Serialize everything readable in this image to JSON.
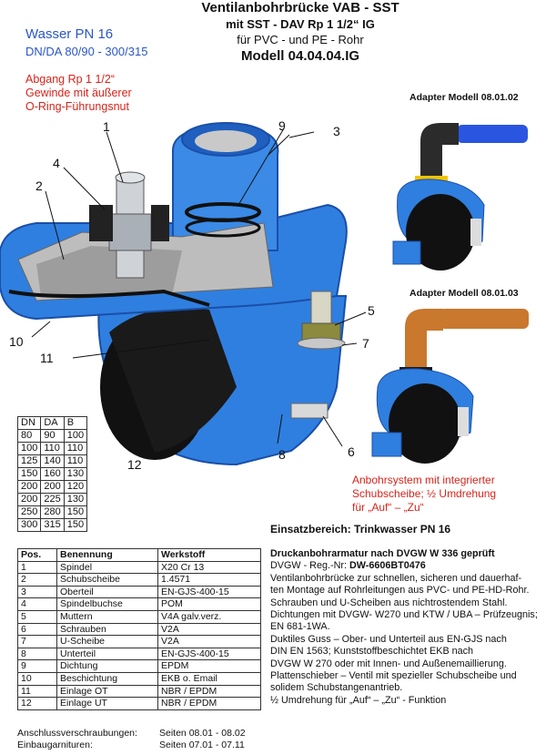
{
  "title": {
    "line1": "Ventilanbohrbrücke VAB - SST",
    "line2": "mit SST - DAV Rp 1 1/2“  IG",
    "line3": "für PVC - und PE - Rohr",
    "line4": "Modell 04.04.04.IG"
  },
  "pressure": {
    "head": "Wasser PN 16",
    "sizes": "DN/DA 80/90 - 300/315"
  },
  "outlet_note": [
    "Abgang Rp 1 1/2“",
    "Gewinde mit äußerer",
    "O-Ring-Führungsnut"
  ],
  "adapters": {
    "a1": "Adapter Modell 08.01.02",
    "a2": "Adapter Modell 08.01.03"
  },
  "callouts": [
    "1",
    "2",
    "3",
    "4",
    "5",
    "6",
    "7",
    "8",
    "9",
    "10",
    "11",
    "12"
  ],
  "feature_note": [
    "Anbohrsystem mit integrierter",
    "Schubscheibe;  ½ Umdrehung",
    "für „Auf“ – „Zu“"
  ],
  "dimensions": {
    "headers": [
      "DN",
      "DA",
      "B"
    ],
    "rows": [
      [
        "80",
        "90",
        "100"
      ],
      [
        "100",
        "110",
        "110"
      ],
      [
        "125",
        "140",
        "110"
      ],
      [
        "150",
        "160",
        "130"
      ],
      [
        "200",
        "200",
        "120"
      ],
      [
        "200",
        "225",
        "130"
      ],
      [
        "250",
        "280",
        "150"
      ],
      [
        "300",
        "315",
        "150"
      ]
    ]
  },
  "parts": {
    "headers": [
      "Pos.",
      "Benennung",
      "Werkstoff"
    ],
    "rows": [
      [
        "1",
        "Spindel",
        "X20 Cr 13"
      ],
      [
        "2",
        "Schubscheibe",
        "1.4571"
      ],
      [
        "3",
        "Oberteil",
        "EN-GJS-400-15"
      ],
      [
        "4",
        "Spindelbuchse",
        "POM"
      ],
      [
        "5",
        "Muttern",
        "V4A galv.verz."
      ],
      [
        "6",
        "Schrauben",
        "V2A"
      ],
      [
        "7",
        "U-Scheibe",
        "V2A"
      ],
      [
        "8",
        "Unterteil",
        "EN-GJS-400-15"
      ],
      [
        "9",
        "Dichtung",
        "EPDM"
      ],
      [
        "10",
        "Beschichtung",
        "EKB o. Email"
      ],
      [
        "11",
        "Einlage OT",
        "NBR / EPDM"
      ],
      [
        "12",
        "Einlage UT",
        "NBR / EPDM"
      ]
    ]
  },
  "usage": "Einsatzbereich:  Trinkwasser PN 16",
  "description": {
    "head": "Druckanbohrarmatur nach DVGW W 336 geprüft",
    "reg_label": "DVGW - Reg.-Nr:  ",
    "reg_value": "DW-6606BT0476",
    "lines": [
      "Ventilanbohrbrücke zur schnellen, sicheren und dauerhaf-",
      "ten Montage auf Rohrleitungen aus PVC- und PE-HD-Rohr.",
      "Schrauben und U-Scheiben aus nichtrostendem Stahl.",
      "Dichtungen mit DVGW- W270 und KTW / UBA – Prüfzeugnis;",
      "EN 681-1WA.",
      "Duktiles Guss – Ober- und Unterteil aus EN-GJS nach",
      "DIN EN  1563;  Kunststoffbeschichtet EKB nach",
      "DVGW W 270 oder mit Innen- und Außenemaillierung.",
      "Plattenschieber – Ventil mit spezieller Schubscheibe und",
      "solidem Schubstangenantrieb.",
      "½ Umdrehung für „Auf“ – „Zu“ - Funktion"
    ]
  },
  "footer": {
    "r1_label": "Anschlussverschraubungen:",
    "r1_value": "Seiten 08.01 - 08.02",
    "r2_label": "Einbaugarnituren:",
    "r2_value": "Seiten 07.01 - 07.11"
  },
  "colors": {
    "body_blue": "#2f7fe0",
    "dark_blue": "#1a4fa8",
    "red": "#d8231a",
    "copper": "#c9782e"
  }
}
